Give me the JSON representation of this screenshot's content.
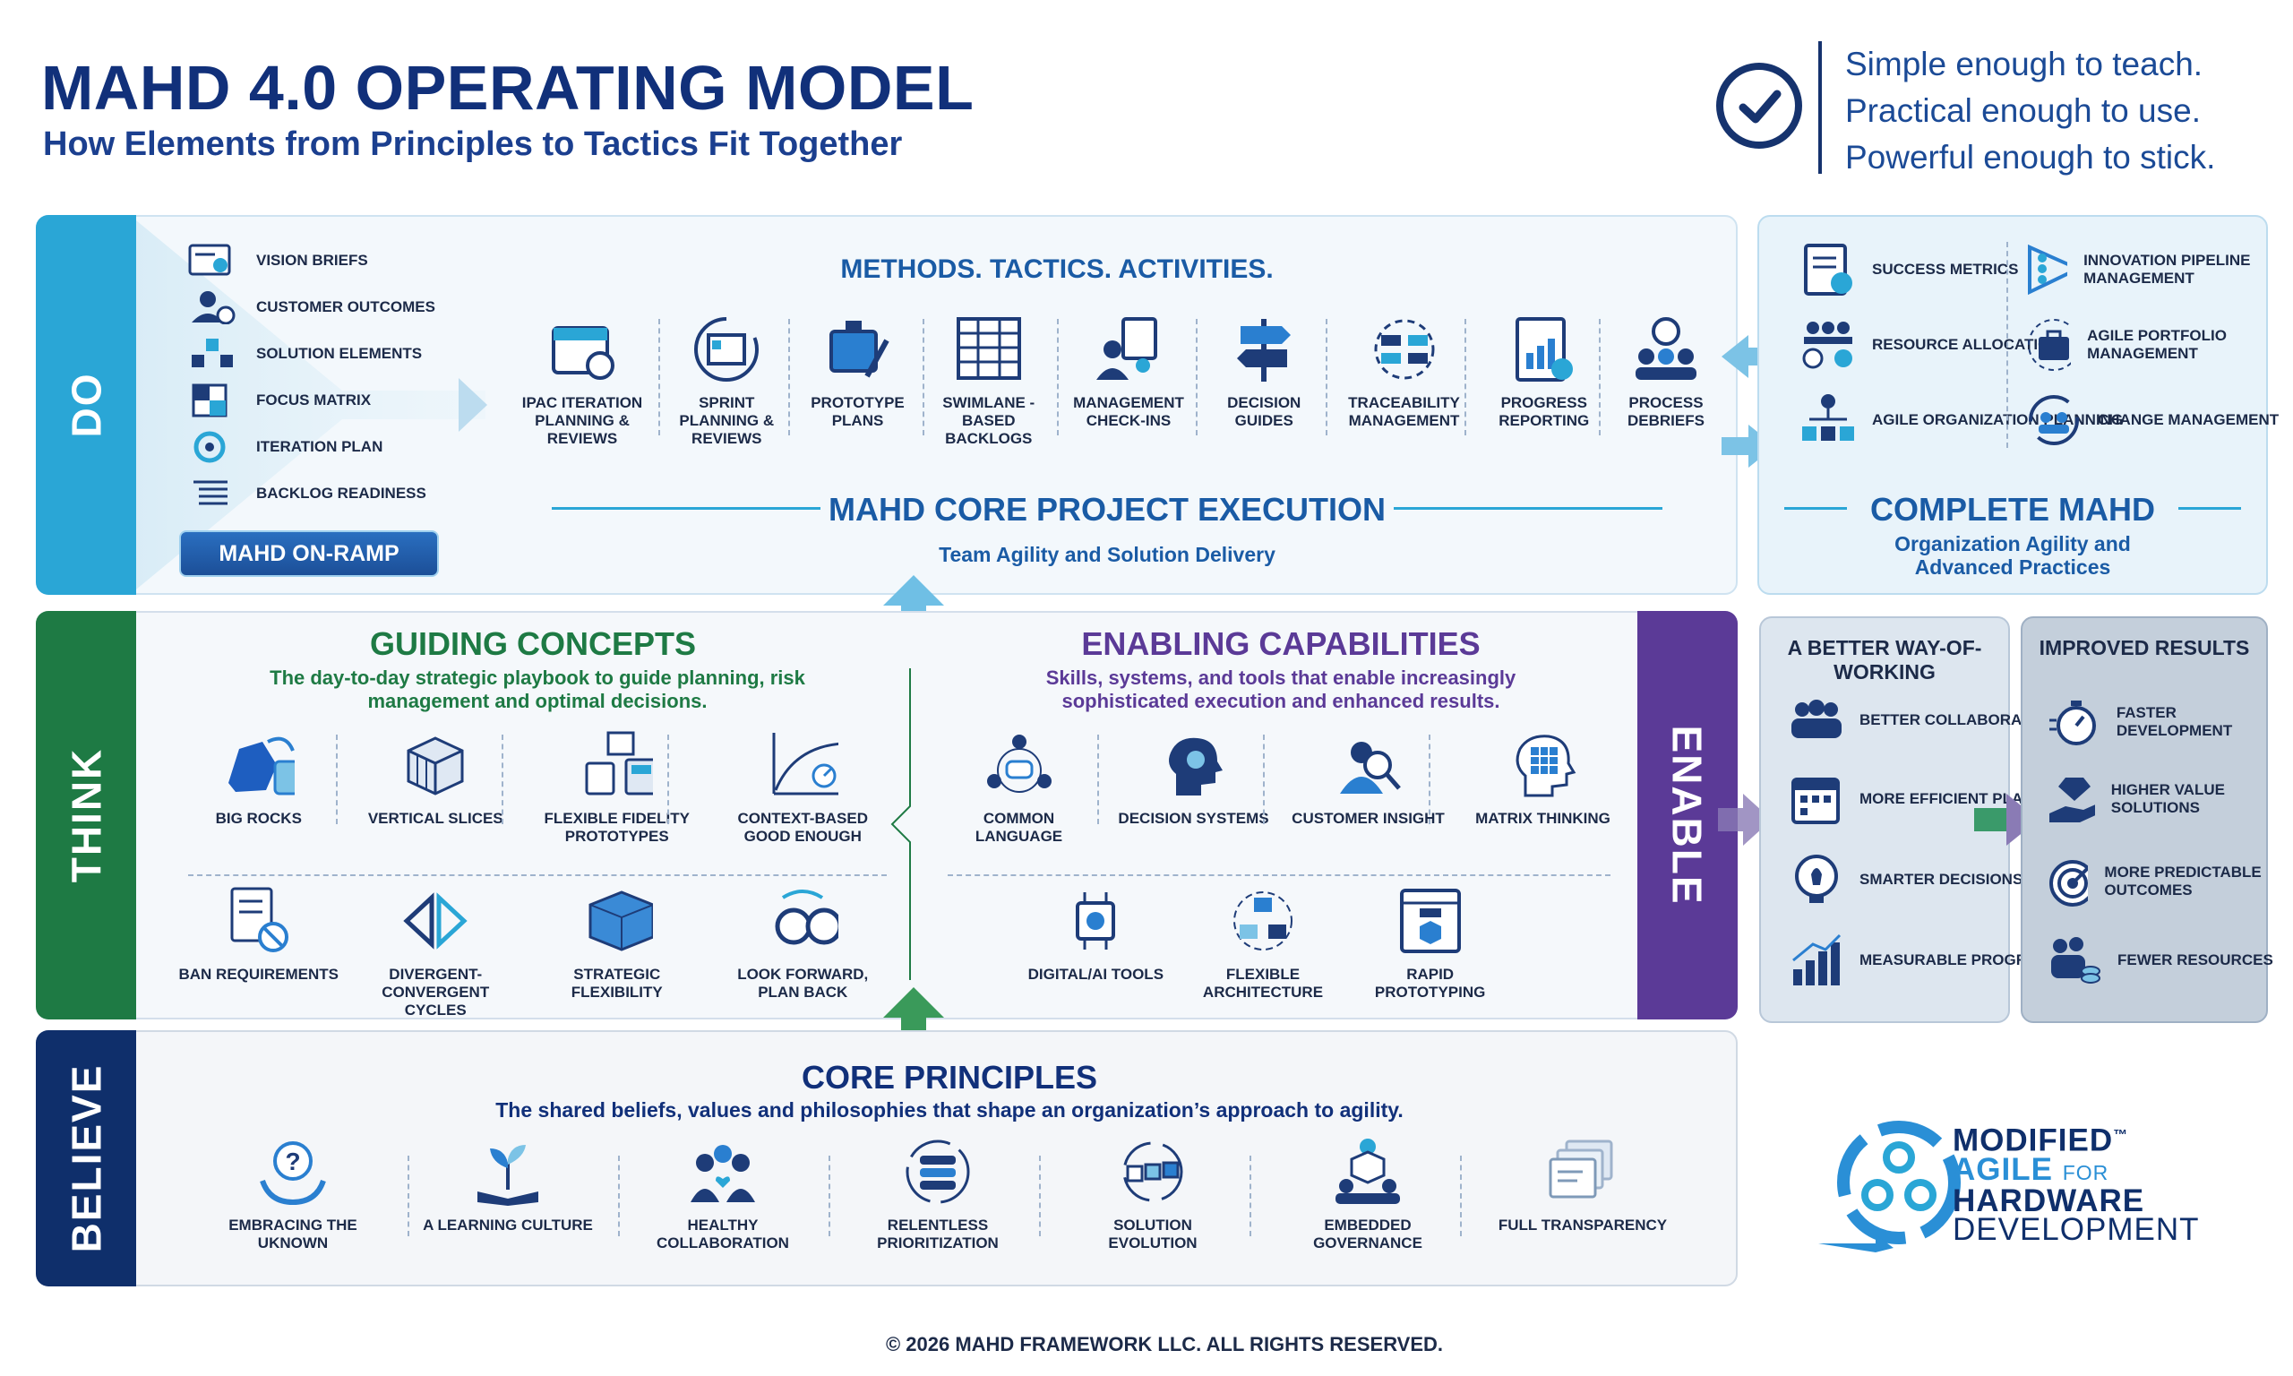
{
  "header": {
    "title": "MAHD 4.0 OPERATING MODEL",
    "subtitle": "How Elements from Principles to Tactics Fit Together",
    "taglines": [
      "Simple enough to teach.",
      "Practical enough to use.",
      "Powerful enough to stick."
    ]
  },
  "rows": {
    "do": "DO",
    "think": "THINK",
    "believe": "BELIEVE",
    "enable": "ENABLE"
  },
  "onramp": {
    "items": [
      "VISION BRIEFS",
      "CUSTOMER OUTCOMES",
      "SOLUTION ELEMENTS",
      "FOCUS MATRIX",
      "ITERATION PLAN",
      "BACKLOG READINESS"
    ],
    "button": "MAHD ON-RAMP"
  },
  "methods": {
    "title": "METHODS. TACTICS. ACTIVITIES.",
    "items": [
      "IPAC ITERATION PLANNING & REVIEWS",
      "SPRINT PLANNING & REVIEWS",
      "PROTOTYPE PLANS",
      "SWIMLANE -BASED BACKLOGS",
      "MANAGEMENT CHECK-INS",
      "DECISION GUIDES",
      "TRACEABILITY MANAGEMENT",
      "PROGRESS REPORTING",
      "PROCESS DEBRIEFS"
    ],
    "core_title": "MAHD CORE PROJECT EXECUTION",
    "core_sub": "Team Agility and Solution Delivery"
  },
  "complete": {
    "left": [
      "SUCCESS METRICS",
      "RESOURCE ALLOCATION",
      "AGILE ORGANIZATION PLANNING"
    ],
    "right": [
      "INNOVATION PIPELINE MANAGEMENT",
      "AGILE PORTFOLIO MANAGEMENT",
      "CHANGE MANAGEMENT"
    ],
    "title": "COMPLETE MAHD",
    "sub": "Organization Agility and Advanced Practices"
  },
  "guiding": {
    "title": "GUIDING CONCEPTS",
    "sub": "The day-to-day strategic playbook to guide planning, risk management and optimal decisions.",
    "row1": [
      "BIG ROCKS",
      "VERTICAL SLICES",
      "FLEXIBLE FIDELITY PROTOTYPES",
      "CONTEXT-BASED GOOD ENOUGH"
    ],
    "row2": [
      "BAN REQUIREMENTS",
      "DIVERGENT-CONVERGENT CYCLES",
      "STRATEGIC FLEXIBILITY",
      "LOOK FORWARD, PLAN BACK"
    ]
  },
  "enabling": {
    "title": "ENABLING CAPABILITIES",
    "sub": "Skills, systems, and tools that enable increasingly sophisticated execution and enhanced results.",
    "row1": [
      "COMMON LANGUAGE",
      "DECISION SYSTEMS",
      "CUSTOMER INSIGHT",
      "MATRIX THINKING"
    ],
    "row2": [
      "DIGITAL/AI TOOLS",
      "FLEXIBLE ARCHITECTURE",
      "RAPID PROTOTYPING"
    ]
  },
  "better": {
    "title": "A BETTER WAY-OF-WORKING",
    "items": [
      "BETTER COLLABORATION",
      "MORE EFFICIENT PLANNING",
      "SMARTER DECISIONS",
      "MEASURABLE PROGRESS"
    ]
  },
  "improved": {
    "title": "IMPROVED RESULTS",
    "items": [
      "FASTER DEVELOPMENT",
      "HIGHER VALUE SOLUTIONS",
      "MORE PREDICTABLE OUTCOMES",
      "FEWER RESOURCES"
    ]
  },
  "core": {
    "title": "CORE PRINCIPLES",
    "sub": "The shared beliefs, values and philosophies that shape an organization’s approach to agility.",
    "items": [
      "EMBRACING THE UKNOWN",
      "A LEARNING CULTURE",
      "HEALTHY COLLABORATION",
      "RELENTLESS PRIORITIZATION",
      "SOLUTION EVOLUTION",
      "EMBEDDED GOVERNANCE",
      "FULL TRANSPARENCY"
    ]
  },
  "logo": {
    "line1": "MODIFIED",
    "tm": "™",
    "line2a": "AGILE",
    "line2b": "FOR",
    "line3": "HARDWARE",
    "line4": "DEVELOPMENT"
  },
  "footer": {
    "copyright": "© 2026 MAHD FRAMEWORK LLC. ALL RIGHTS RESERVED."
  },
  "colors": {
    "navy": "#11307a",
    "teal": "#2aa6d6",
    "green": "#1e7a44",
    "purple": "#5b3a97",
    "believe": "#0f2f6b"
  }
}
